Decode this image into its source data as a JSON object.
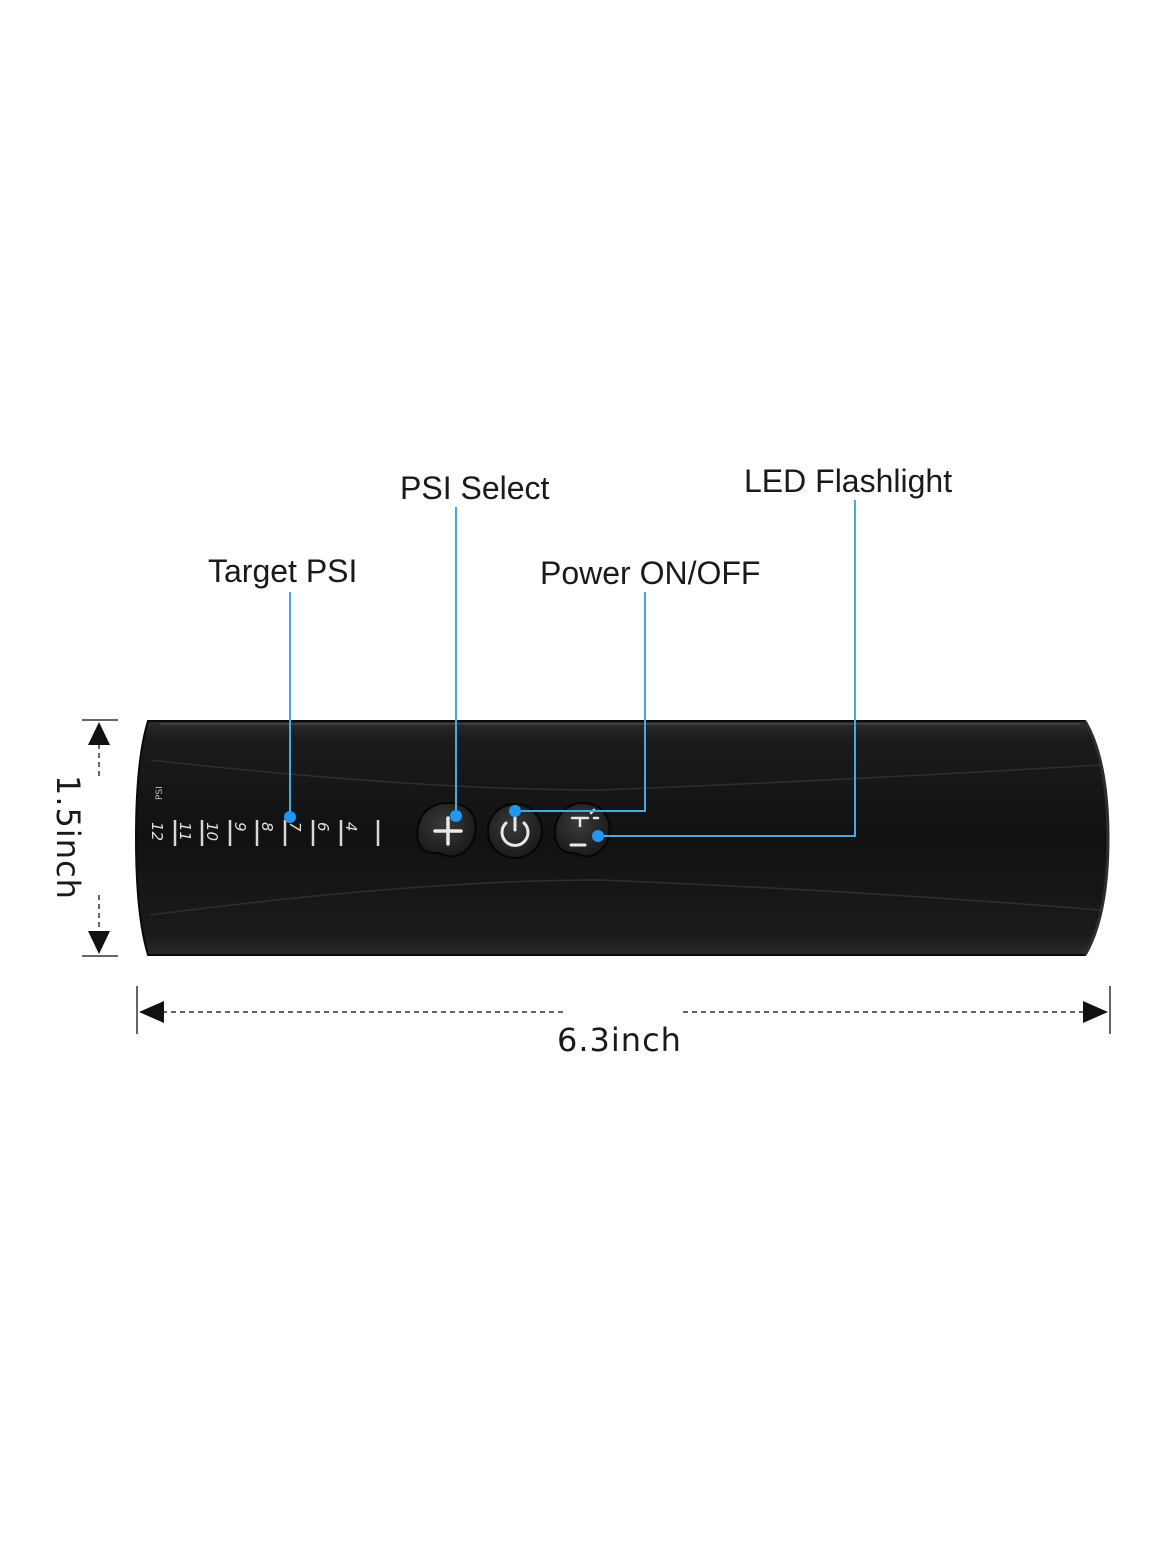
{
  "callouts": {
    "target_psi": "Target PSI",
    "psi_select": "PSI Select",
    "power": "Power ON/OFF",
    "led": "LED Flashlight"
  },
  "dimensions": {
    "height": "1.5inch",
    "width": "6.3inch"
  },
  "device": {
    "psi_unit": "PSI",
    "psi_scale": [
      "12",
      "11",
      "10",
      "9",
      "8",
      "7",
      "6",
      "4"
    ],
    "colors": {
      "body": "#161616",
      "accent_leader": "#4aa8e0"
    }
  }
}
